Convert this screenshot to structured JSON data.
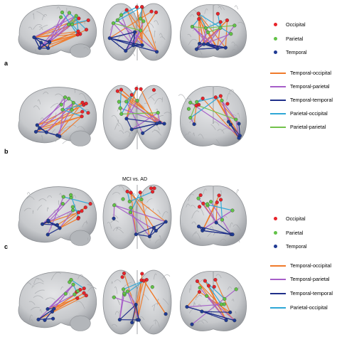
{
  "panels": [
    {
      "letter": "a"
    },
    {
      "letter": "b"
    },
    {
      "letter": "c"
    },
    {
      "letter": ""
    }
  ],
  "comparison_title": "MCI vs. AD",
  "node_legend": [
    {
      "label": "Occipital",
      "color": "#e8232a"
    },
    {
      "label": "Parietal",
      "color": "#62c247"
    },
    {
      "label": "Temporal",
      "color": "#1f3a93"
    }
  ],
  "edge_legend": [
    {
      "label": "Temporal-occipital",
      "color": "#f07a2a"
    },
    {
      "label": "Temporal-parietal",
      "color": "#a65ec8"
    },
    {
      "label": "Temporal-temporal",
      "color": "#1f2f8a"
    },
    {
      "label": "Parietal-occipital",
      "color": "#2ea7d6"
    },
    {
      "label": "Parietal-parietal",
      "color": "#72c24a"
    }
  ],
  "edge_legend_c": [
    {
      "label": "Temporal-occipital",
      "color": "#f07a2a"
    },
    {
      "label": "Temporal-parietal",
      "color": "#a65ec8"
    },
    {
      "label": "Temporal-temporal",
      "color": "#1f2f8a"
    },
    {
      "label": "Parietal-occipital",
      "color": "#2ea7d6"
    }
  ],
  "edges_per_row": [
    {
      "temporal_occipital": 12,
      "temporal_parietal": 9,
      "temporal_temporal": 22,
      "parietal_occipital": 6,
      "parietal_parietal": 3
    },
    {
      "temporal_occipital": 8,
      "temporal_parietal": 6,
      "temporal_temporal": 7,
      "parietal_occipital": 3,
      "parietal_parietal": 2
    },
    {
      "temporal_occipital": 4,
      "temporal_parietal": 5,
      "temporal_temporal": 9,
      "parietal_occipital": 3,
      "parietal_parietal": 0
    },
    {
      "temporal_occipital": 7,
      "temporal_parietal": 5,
      "temporal_temporal": 6,
      "parietal_occipital": 2,
      "parietal_parietal": 0
    }
  ],
  "brain_color": "#c7c9cc"
}
